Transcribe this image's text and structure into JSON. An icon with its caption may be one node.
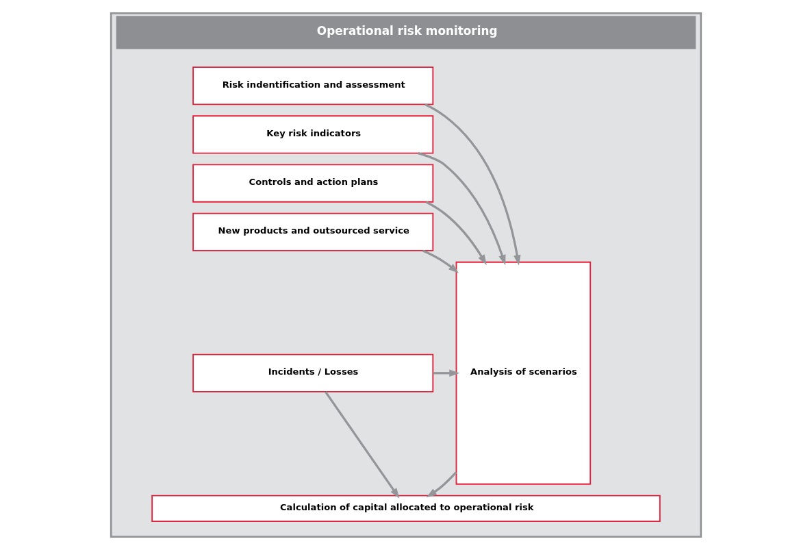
{
  "diagram": {
    "nodes": [
      {
        "text": [
          "Operational risk monitoring"
        ]
      },
      {
        "text": [
          "Risk indentification and assessment"
        ],
        "in": 0
      },
      {
        "text": [
          "Key risk indicators"
        ],
        "in": 0
      },
      {
        "text": [
          "Controls and action plans"
        ],
        "in": 0
      },
      {
        "text": [
          "New products and outsourced service"
        ],
        "in": 0
      },
      {
        "text": [
          "Incidents / Losses"
        ],
        "in": 0
      },
      {
        "text": [
          "Analysis of scenarios"
        ],
        "in": 0
      },
      {
        "text": [
          "Calculation of capital allocated to operational risk"
        ],
        "in": 0
      }
    ],
    "edges": [
      {
        "from": 1,
        "to": 6,
        "arrow": "to"
      },
      {
        "from": 2,
        "to": 6,
        "arrow": "to"
      },
      {
        "from": 3,
        "to": 6,
        "arrow": "to"
      },
      {
        "from": 4,
        "to": 6,
        "arrow": "to"
      },
      {
        "from": 5,
        "to": 6,
        "arrow": "to"
      },
      {
        "from": 5,
        "to": 7,
        "arrow": "to"
      },
      {
        "from": 6,
        "to": 7,
        "arrow": "to"
      }
    ]
  }
}
